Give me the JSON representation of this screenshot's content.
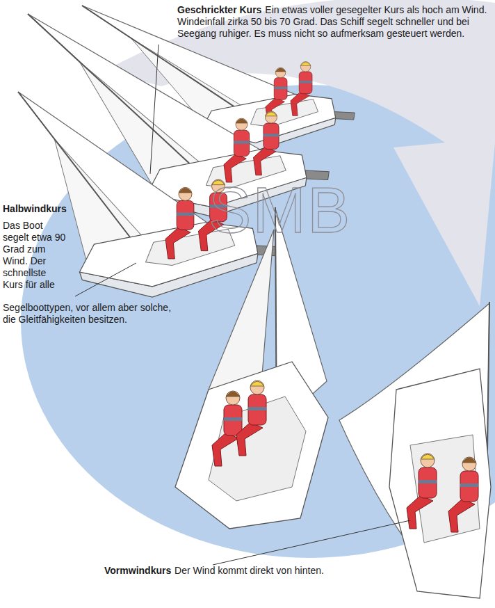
{
  "diagram": {
    "labels": [
      "Geschrickter Kurs",
      "Ein etwas voller gesegelter Kurs als hoch am Wind. Windeinfall zirka 50 bis 70 Grad. Das Schiff segelt schneller und bei Seegang ruhiger. Es muss nicht so aufmerksam gesteuert werden.",
      "Halbwindkurs",
      "Das Boot segelt etwa 90 Grad zum Wind. Der schnellste Kurs für alle Segelboottypen, vor allem aber solche, die Gleitfähigkeiten besitzen.",
      "Vormwindkurs",
      "Der Wind kommt direkt von hinten.",
      "SMB"
    ]
  }
}
